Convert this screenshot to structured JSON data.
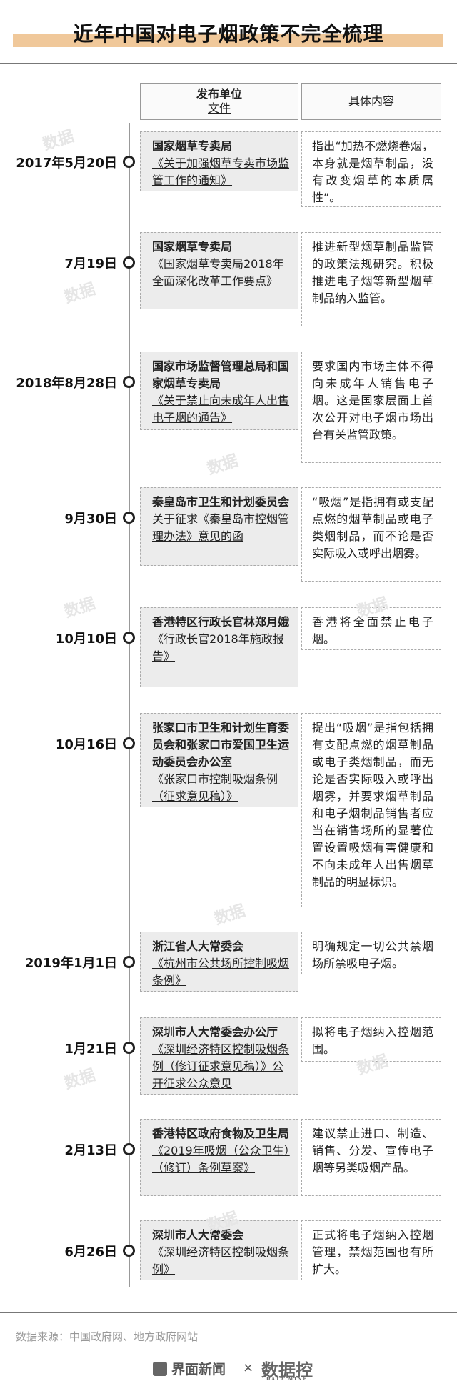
{
  "title": "近年中国对电子烟政策不完全梳理",
  "header": {
    "left_line1": "发布单位",
    "left_line2": "文件",
    "right": "具体内容"
  },
  "entries": [
    {
      "date": "2017年5月20日",
      "org": "国家烟草专卖局",
      "doc": "《关于加强烟草专卖市场监管工作的通知》",
      "content": "指出“加热不燃烧卷烟，本身就是烟草制品，没有改变烟草的本质属性”。"
    },
    {
      "date": "7月19日",
      "org": "国家烟草专卖局",
      "doc": "《国家烟草专卖局2018年全面深化改革工作要点》",
      "content": "推进新型烟草制品监管的政策法规研究。积极推进电子烟等新型烟草制品纳入监管。"
    },
    {
      "date": "2018年8月28日",
      "org": "国家市场监督管理总局和国家烟草专卖局",
      "doc": "《关于禁止向未成年人出售电子烟的通告》",
      "content": "要求国内市场主体不得向未成年人销售电子烟。这是国家层面上首次公开对电子烟市场出台有关监管政策。"
    },
    {
      "date": "9月30日",
      "org": "秦皇岛市卫生和计划委员会",
      "doc": "关于征求《秦皇岛市控烟管理办法》意见的函",
      "content": "“吸烟”是指拥有或支配点燃的烟草制品或电子类烟制品，而不论是否实际吸入或呼出烟雾。"
    },
    {
      "date": "10月10日",
      "org": "香港特区行政长官林郑月娥",
      "doc": "《行政长官2018年施政报告》",
      "content": "香港将全面禁止电子烟。"
    },
    {
      "date": "10月16日",
      "org": "张家口市卫生和计划生育委员会和张家口市爱国卫生运动委员会办公室",
      "doc": "《张家口市控制吸烟条例（征求意见稿）》",
      "content": "提出“吸烟”是指包括拥有支配点燃的烟草制品或电子类烟制品，而无论是否实际吸入或呼出烟雾，并要求烟草制品和电子烟制品销售者应当在销售场所的显著位置设置吸烟有害健康和不向未成年人出售烟草制品的明显标识。"
    },
    {
      "date": "2019年1月1日",
      "org": "浙江省人大常委会",
      "doc": "《杭州市公共场所控制吸烟条例》",
      "content": "明确规定一切公共禁烟场所禁吸电子烟。"
    },
    {
      "date": "1月21日",
      "org": "深圳市人大常委会办公厅",
      "doc": "《深圳经济特区控制吸烟条例（修订征求意见稿）》公开征求公众意见",
      "content": "拟将电子烟纳入控烟范围。"
    },
    {
      "date": "2月13日",
      "org": "香港特区政府食物及卫生局",
      "doc": "《2019年吸烟（公众卫生）（修订）条例草案》",
      "content": "建议禁止进口、制造、销售、分发、宣传电子烟等另类吸烟产品。"
    },
    {
      "date": "6月26日",
      "org": "深圳市人大常委会",
      "doc": "《深圳经济特区控制吸烟条例》",
      "content": "正式将电子烟纳入控烟管理，禁烟范围也有所扩大。"
    }
  ],
  "source": "数据来源：中国政府网、地方政府网站",
  "footer": {
    "brand1": "界面新闻",
    "times": "×",
    "brand2": "数据控",
    "brand2_sub": "DATA MINE"
  }
}
